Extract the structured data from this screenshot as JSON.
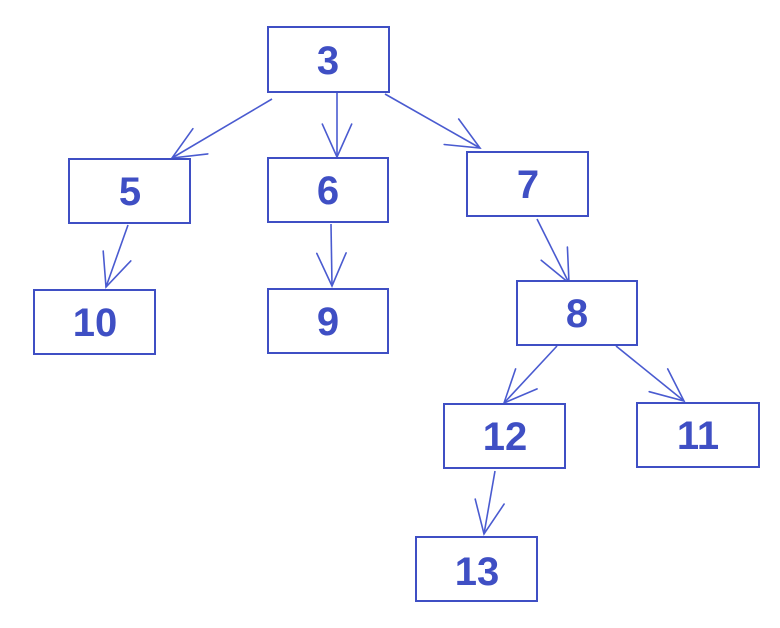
{
  "colors": {
    "stroke": "#3f4fc4",
    "arrow": "#4a5bd0",
    "background": "#ffffff"
  },
  "nodes": [
    {
      "id": "n3",
      "label": "3"
    },
    {
      "id": "n5",
      "label": "5"
    },
    {
      "id": "n6",
      "label": "6"
    },
    {
      "id": "n7",
      "label": "7"
    },
    {
      "id": "n10",
      "label": "10"
    },
    {
      "id": "n9",
      "label": "9"
    },
    {
      "id": "n8",
      "label": "8"
    },
    {
      "id": "n12",
      "label": "12"
    },
    {
      "id": "n11",
      "label": "11"
    },
    {
      "id": "n13",
      "label": "13"
    }
  ],
  "edges": [
    {
      "from": "n3",
      "to": "n5"
    },
    {
      "from": "n3",
      "to": "n6"
    },
    {
      "from": "n3",
      "to": "n7"
    },
    {
      "from": "n5",
      "to": "n10"
    },
    {
      "from": "n6",
      "to": "n9"
    },
    {
      "from": "n7",
      "to": "n8"
    },
    {
      "from": "n8",
      "to": "n12"
    },
    {
      "from": "n8",
      "to": "n11"
    },
    {
      "from": "n12",
      "to": "n13"
    }
  ]
}
